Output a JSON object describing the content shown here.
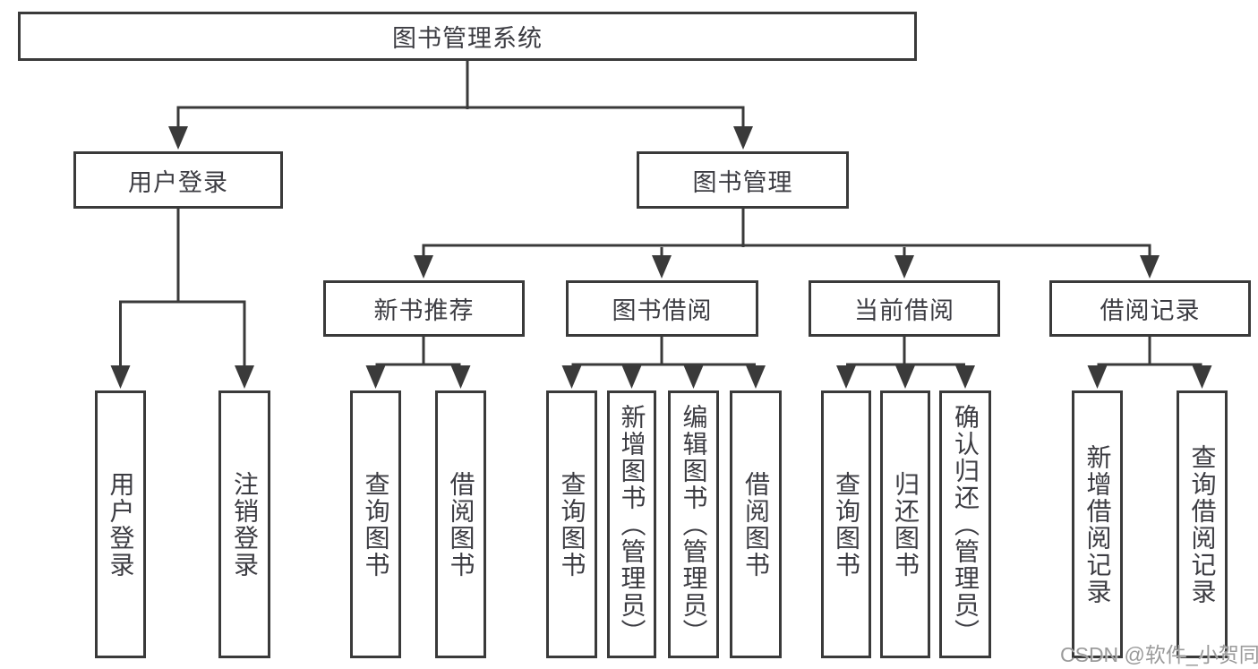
{
  "diagram": {
    "root": "图书管理系统",
    "level2": {
      "user_login": "用户登录",
      "book_management": "图书管理"
    },
    "level3": {
      "new_book_rec": "新书推荐",
      "book_borrow": "图书借阅",
      "current_borrow": "当前借阅",
      "borrow_records": "借阅记录"
    },
    "leaves": {
      "user_login_group": [
        "用户登录",
        "注销登录"
      ],
      "new_book_group": [
        "查询图书",
        "借阅图书"
      ],
      "book_borrow_group": [
        "查询图书",
        "新增图书（管理员）",
        "编辑图书（管理员）",
        "借阅图书"
      ],
      "current_borrow_group": [
        "查询图书",
        "归还图书",
        "确认归还（管理员）"
      ],
      "records_group": [
        "新增借阅记录",
        "查询借阅记录"
      ]
    }
  },
  "watermark": "CSDN @软件_小贺同学",
  "colors": {
    "line": "#3a3a3a",
    "text": "#3c3c42",
    "watermark": "#9b9b9b",
    "background": "#ffffff"
  }
}
